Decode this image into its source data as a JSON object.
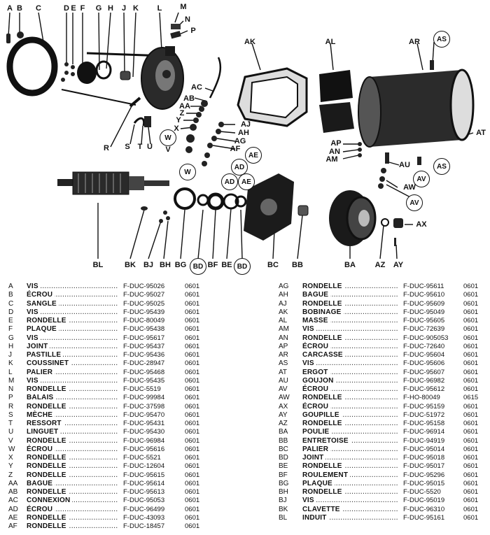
{
  "callouts": [
    {
      "id": "a",
      "text": "A"
    },
    {
      "id": "b",
      "text": "B"
    },
    {
      "id": "c",
      "text": "C"
    },
    {
      "id": "d",
      "text": "D"
    },
    {
      "id": "e",
      "text": "E"
    },
    {
      "id": "f",
      "text": "F"
    },
    {
      "id": "g",
      "text": "G"
    },
    {
      "id": "h",
      "text": "H"
    },
    {
      "id": "j",
      "text": "J"
    },
    {
      "id": "k",
      "text": "K"
    },
    {
      "id": "l",
      "text": "L"
    },
    {
      "id": "m",
      "text": "M"
    },
    {
      "id": "n",
      "text": "N"
    },
    {
      "id": "p",
      "text": "P"
    },
    {
      "id": "ak",
      "text": "AK"
    },
    {
      "id": "al",
      "text": "AL"
    },
    {
      "id": "ar",
      "text": "AR"
    },
    {
      "id": "as1",
      "text": "AS"
    },
    {
      "id": "ac",
      "text": "AC"
    },
    {
      "id": "ab",
      "text": "AB"
    },
    {
      "id": "aa",
      "text": "AA"
    },
    {
      "id": "z",
      "text": "Z"
    },
    {
      "id": "y",
      "text": "Y"
    },
    {
      "id": "x",
      "text": "X"
    },
    {
      "id": "w1",
      "text": "W"
    },
    {
      "id": "v",
      "text": "V"
    },
    {
      "id": "w2",
      "text": "W"
    },
    {
      "id": "aj",
      "text": "AJ"
    },
    {
      "id": "ah",
      "text": "AH"
    },
    {
      "id": "ag",
      "text": "AG"
    },
    {
      "id": "af",
      "text": "AF"
    },
    {
      "id": "ae1",
      "text": "AE"
    },
    {
      "id": "ad1",
      "text": "AD"
    },
    {
      "id": "ad2",
      "text": "AD"
    },
    {
      "id": "ae2",
      "text": "AE"
    },
    {
      "id": "at",
      "text": "AT"
    },
    {
      "id": "ap",
      "text": "AP"
    },
    {
      "id": "an",
      "text": "AN"
    },
    {
      "id": "am",
      "text": "AM"
    },
    {
      "id": "au",
      "text": "AU"
    },
    {
      "id": "as2",
      "text": "AS"
    },
    {
      "id": "av1",
      "text": "AV"
    },
    {
      "id": "aw",
      "text": "AW"
    },
    {
      "id": "av2",
      "text": "AV"
    },
    {
      "id": "r",
      "text": "R"
    },
    {
      "id": "s",
      "text": "S"
    },
    {
      "id": "t",
      "text": "T"
    },
    {
      "id": "u",
      "text": "U"
    },
    {
      "id": "ax",
      "text": "AX"
    },
    {
      "id": "bl",
      "text": "BL"
    },
    {
      "id": "bk",
      "text": "BK"
    },
    {
      "id": "bj",
      "text": "BJ"
    },
    {
      "id": "bh",
      "text": "BH"
    },
    {
      "id": "bg",
      "text": "BG"
    },
    {
      "id": "bd1",
      "text": "BD"
    },
    {
      "id": "bf",
      "text": "BF"
    },
    {
      "id": "be",
      "text": "BE"
    },
    {
      "id": "bd2",
      "text": "BD"
    },
    {
      "id": "bc",
      "text": "BC"
    },
    {
      "id": "bb",
      "text": "BB"
    },
    {
      "id": "ba",
      "text": "BA"
    },
    {
      "id": "az",
      "text": "AZ"
    },
    {
      "id": "ay",
      "text": "AY"
    }
  ],
  "parts_left": [
    {
      "code": "A",
      "name": "VIS",
      "ref": "F-DUC-95026",
      "qty": "0601"
    },
    {
      "code": "B",
      "name": "ÉCROU",
      "ref": "F-DUC-95027",
      "qty": "0601"
    },
    {
      "code": "C",
      "name": "SANGLE",
      "ref": "F-DUC-95025",
      "qty": "0601"
    },
    {
      "code": "D",
      "name": "VIS",
      "ref": "F-DUC-95439",
      "qty": "0601"
    },
    {
      "code": "E",
      "name": "RONDELLE",
      "ref": "F-DUC-80049",
      "qty": "0601"
    },
    {
      "code": "F",
      "name": "PLAQUE",
      "ref": "F-DUC-95438",
      "qty": "0601"
    },
    {
      "code": "G",
      "name": "VIS",
      "ref": "F-DUC-95617",
      "qty": "0601"
    },
    {
      "code": "H",
      "name": "JOINT",
      "ref": "F-DUC-95437",
      "qty": "0601"
    },
    {
      "code": "J",
      "name": "PASTILLE",
      "ref": "F-DUC-95436",
      "qty": "0601"
    },
    {
      "code": "K",
      "name": "COUSSINET",
      "ref": "F-DUC-28947",
      "qty": "0601"
    },
    {
      "code": "L",
      "name": "PALIER",
      "ref": "F-DUC-95468",
      "qty": "0601"
    },
    {
      "code": "M",
      "name": "VIS",
      "ref": "F-DUC-95435",
      "qty": "0601"
    },
    {
      "code": "N",
      "name": "RONDELLE",
      "ref": "F-DUC-5519",
      "qty": "0601"
    },
    {
      "code": "P",
      "name": "BALAIS",
      "ref": "F-DUC-99984",
      "qty": "0601"
    },
    {
      "code": "R",
      "name": "RONDELLE",
      "ref": "F-DUC-37598",
      "qty": "0601"
    },
    {
      "code": "S",
      "name": "MÈCHE",
      "ref": "F-DUC-95470",
      "qty": "0601"
    },
    {
      "code": "T",
      "name": "RESSORT",
      "ref": "F-DUC-95431",
      "qty": "0601"
    },
    {
      "code": "U",
      "name": "LINGUET",
      "ref": "F-DUC-95430",
      "qty": "0601"
    },
    {
      "code": "V",
      "name": "RONDELLE",
      "ref": "F-DUC-96984",
      "qty": "0601"
    },
    {
      "code": "W",
      "name": "ÉCROU",
      "ref": "F-DUC-95616",
      "qty": "0601"
    },
    {
      "code": "X",
      "name": "RONDELLE",
      "ref": "F-DUC-5521",
      "qty": "0601"
    },
    {
      "code": "Y",
      "name": "RONDELLE",
      "ref": "F-DUC-12604",
      "qty": "0601"
    },
    {
      "code": "Z",
      "name": "RONDELLE",
      "ref": "F-DUC-95615",
      "qty": "0601"
    },
    {
      "code": "AA",
      "name": "BAGUE",
      "ref": "F-DUC-95614",
      "qty": "0601"
    },
    {
      "code": "AB",
      "name": "RONDELLE",
      "ref": "F-DUC-95613",
      "qty": "0601"
    },
    {
      "code": "AC",
      "name": "CONNEXION",
      "ref": "F-DUC-95053",
      "qty": "0601"
    },
    {
      "code": "AD",
      "name": "ÉCROU",
      "ref": "F-DUC-96499",
      "qty": "0601"
    },
    {
      "code": "AE",
      "name": "RONDELLE",
      "ref": "F-DUC-43093",
      "qty": "0601"
    },
    {
      "code": "AF",
      "name": "RONDELLE",
      "ref": "F-DUC-18457",
      "qty": "0601"
    }
  ],
  "parts_right": [
    {
      "code": "AG",
      "name": "RONDELLE",
      "ref": "F-DUC-95611",
      "qty": "0601"
    },
    {
      "code": "AH",
      "name": "BAGUE",
      "ref": "F-DUC-95610",
      "qty": "0601"
    },
    {
      "code": "AJ",
      "name": "RONDELLE",
      "ref": "F-DUC-95609",
      "qty": "0601"
    },
    {
      "code": "AK",
      "name": "BOBINAGE",
      "ref": "F-DUC-95049",
      "qty": "0601"
    },
    {
      "code": "AL",
      "name": "MASSE",
      "ref": "F-DUC-95605",
      "qty": "0601"
    },
    {
      "code": "AM",
      "name": "VIS",
      "ref": "F-DUC-72639",
      "qty": "0601"
    },
    {
      "code": "AN",
      "name": "RONDELLE",
      "ref": "F-DUC-905053",
      "qty": "0601"
    },
    {
      "code": "AP",
      "name": "ÉCROU",
      "ref": "F-DUC-72640",
      "qty": "0601"
    },
    {
      "code": "AR",
      "name": "CARCASSE",
      "ref": "F-DUC-95604",
      "qty": "0601"
    },
    {
      "code": "AS",
      "name": "VIS",
      "ref": "F-DUC-95606",
      "qty": "0601"
    },
    {
      "code": "AT",
      "name": "ERGOT",
      "ref": "F-DUC-95607",
      "qty": "0601"
    },
    {
      "code": "AU",
      "name": "GOUJON",
      "ref": "F-DUC-96982",
      "qty": "0601"
    },
    {
      "code": "AV",
      "name": "ÉCROU",
      "ref": "F-DUC-95612",
      "qty": "0601"
    },
    {
      "code": "AW",
      "name": "RONDELLE",
      "ref": "F-HO-80049",
      "qty": "0615"
    },
    {
      "code": "AX",
      "name": "ÉCROU",
      "ref": "F-DUC-95159",
      "qty": "0601"
    },
    {
      "code": "AY",
      "name": "GOUPILLE",
      "ref": "F-DUC-51972",
      "qty": "0601"
    },
    {
      "code": "AZ",
      "name": "RONDELLE",
      "ref": "F-DUC-95158",
      "qty": "0601"
    },
    {
      "code": "BA",
      "name": "POULIE",
      "ref": "F-DUC-96914",
      "qty": "0601"
    },
    {
      "code": "BB",
      "name": "ENTRETOISE",
      "ref": "F-DUC-94919",
      "qty": "0601"
    },
    {
      "code": "BC",
      "name": "PALIER",
      "ref": "F-DUC-95014",
      "qty": "0601"
    },
    {
      "code": "BD",
      "name": "JOINT",
      "ref": "F-DUC-95018",
      "qty": "0601"
    },
    {
      "code": "BE",
      "name": "RONDELLE",
      "ref": "F-DUC-95017",
      "qty": "0601"
    },
    {
      "code": "BF",
      "name": "ROULEMENT",
      "ref": "F-DUC-95296",
      "qty": "0601"
    },
    {
      "code": "BG",
      "name": "PLAQUE",
      "ref": "F-DUC-95015",
      "qty": "0601"
    },
    {
      "code": "BH",
      "name": "RONDELLE",
      "ref": "F-DUC-5520",
      "qty": "0601"
    },
    {
      "code": "BJ",
      "name": "VIS",
      "ref": "F-DUC-95019",
      "qty": "0601"
    },
    {
      "code": "BK",
      "name": "CLAVETTE",
      "ref": "F-DUC-96310",
      "qty": "0601"
    },
    {
      "code": "BL",
      "name": "INDUIT",
      "ref": "F-DUC-95161",
      "qty": "0601"
    }
  ]
}
